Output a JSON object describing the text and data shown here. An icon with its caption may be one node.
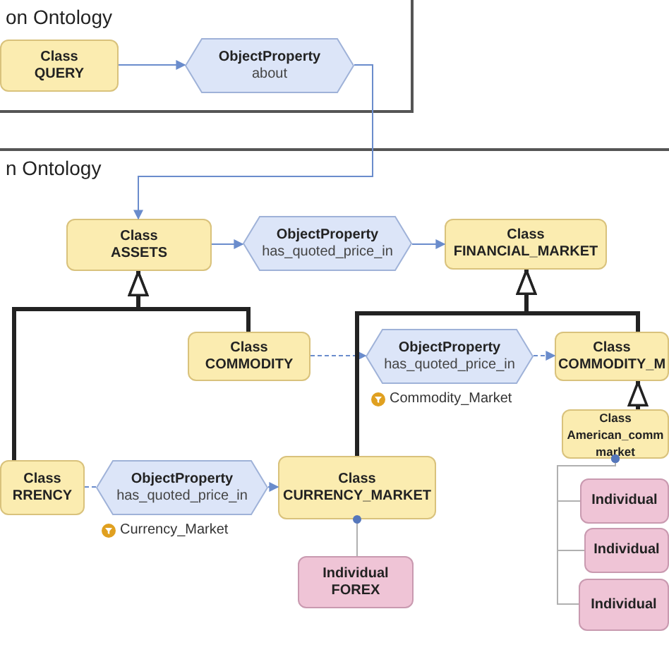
{
  "diagram": {
    "nodes": [
      {
        "text": [
          "on Ontology"
        ]
      },
      {
        "text": [
          "Class",
          "QUERY"
        ],
        "in": 0
      },
      {
        "text": [
          "ObjectProperty",
          "about"
        ],
        "in": 0
      },
      {
        "text": [
          "n Ontology"
        ]
      },
      {
        "text": [
          "Class",
          "ASSETS"
        ],
        "in": 3
      },
      {
        "text": [
          "ObjectProperty",
          "has_quoted_price_in"
        ],
        "in": 3
      },
      {
        "text": [
          "Class",
          "FINANCIAL_MARKET"
        ],
        "in": 3
      },
      {
        "text": [
          "Class",
          "COMMODITY"
        ],
        "in": 3
      },
      {
        "text": [
          "ObjectProperty",
          "has_quoted_price_in"
        ],
        "in": 3,
        "beside": [
          "Commodity_Market"
        ]
      },
      {
        "text": [
          "Class",
          "COMMODITY_M"
        ],
        "in": 3
      },
      {
        "text": [
          "Class",
          "American_comm market"
        ],
        "in": 3
      },
      {
        "text": [
          "Class",
          "RRENCY"
        ],
        "in": 3
      },
      {
        "text": [
          "ObjectProperty",
          "has_quoted_price_in"
        ],
        "in": 3,
        "beside": [
          "Currency_Market"
        ]
      },
      {
        "text": [
          "Class",
          "CURRENCY_MARKET"
        ],
        "in": 3
      },
      {
        "text": [
          "Individual",
          "FOREX"
        ],
        "in": 3
      },
      {
        "text": [
          "Individual"
        ],
        "in": 3
      },
      {
        "text": [
          "Individual"
        ],
        "in": 3
      },
      {
        "text": [
          "Individual"
        ],
        "in": 3
      }
    ],
    "edges": [
      {
        "from": 1,
        "to": 2,
        "arrow": "to"
      },
      {
        "from": 2,
        "to": 4,
        "arrow": "to"
      },
      {
        "from": 4,
        "to": 5,
        "arrow": "to"
      },
      {
        "from": 5,
        "to": 6,
        "arrow": "to"
      },
      {
        "from": 7,
        "to": 8,
        "arrow": "to",
        "style": "dashed"
      },
      {
        "from": 8,
        "to": 9,
        "arrow": "to",
        "style": "dashed"
      },
      {
        "from": 11,
        "to": 12,
        "arrow": "none",
        "style": "dashed"
      },
      {
        "from": 12,
        "to": 13,
        "arrow": "to"
      },
      {
        "from": 7,
        "to": 4,
        "arrow": "to",
        "style": "thick",
        "color": "#222222"
      },
      {
        "from": 11,
        "to": 4,
        "arrow": "to",
        "style": "thick",
        "color": "#222222"
      },
      {
        "from": 13,
        "to": 6,
        "arrow": "to",
        "style": "thick",
        "color": "#222222"
      },
      {
        "from": 9,
        "to": 6,
        "arrow": "to",
        "style": "thick",
        "color": "#222222"
      },
      {
        "from": 10,
        "to": 9,
        "arrow": "to",
        "style": "thick",
        "color": "#222222"
      },
      {
        "from": 13,
        "to": 14,
        "arrow": "other",
        "color": "#b0b0b0"
      },
      {
        "from": 10,
        "to": 15,
        "arrow": "other",
        "color": "#b0b0b0"
      },
      {
        "from": 10,
        "to": 16,
        "arrow": "other",
        "color": "#b0b0b0"
      },
      {
        "from": 10,
        "to": 17,
        "arrow": "other",
        "color": "#b0b0b0"
      }
    ]
  }
}
